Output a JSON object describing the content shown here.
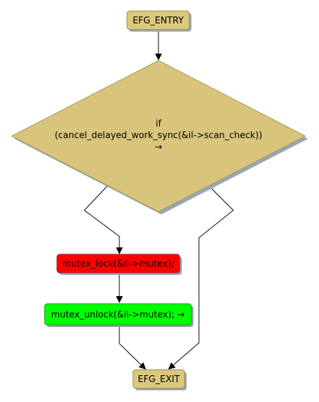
{
  "diagram": {
    "colors": {
      "terminal_fill": "#dcc87c",
      "terminal_stroke": "#9a8a4a",
      "decision_fill": "#d9c47c",
      "decision_stroke": "#a89858",
      "lock_fill": "#ff0000",
      "lock_stroke": "#9a2a2a",
      "unlock_fill": "#00ff00",
      "unlock_stroke": "#2a8a2a",
      "shadow": "#9aa4b4",
      "edge": "#000000"
    },
    "nodes": {
      "entry": {
        "label": "EFG_ENTRY"
      },
      "decision": {
        "line1": "if",
        "line2": "(cancel_delayed_work_sync(&il->scan_check))",
        "line3": "→"
      },
      "lock": {
        "label": "mutex_lock(&il->mutex);"
      },
      "unlock": {
        "label": "mutex_unlock(&il->mutex); →"
      },
      "exit": {
        "label": "EFG_EXIT"
      }
    }
  }
}
